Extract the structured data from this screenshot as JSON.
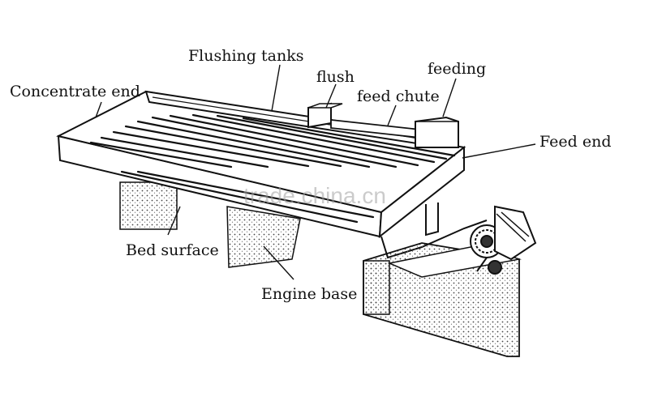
{
  "labels": {
    "flushing_tanks": "Flushing tanks",
    "flush": "flush",
    "feeding": "feeding",
    "concentrate_end": "Concentrate end",
    "feed_chute": "feed chute",
    "feed_end": "Feed end",
    "bed_surface": "Bed surface",
    "engine_base": "Engine base"
  },
  "watermark": "trade.china.cn",
  "colors": {
    "ink": "#111111",
    "background": "#ffffff",
    "watermark": "#a0a0a0"
  }
}
